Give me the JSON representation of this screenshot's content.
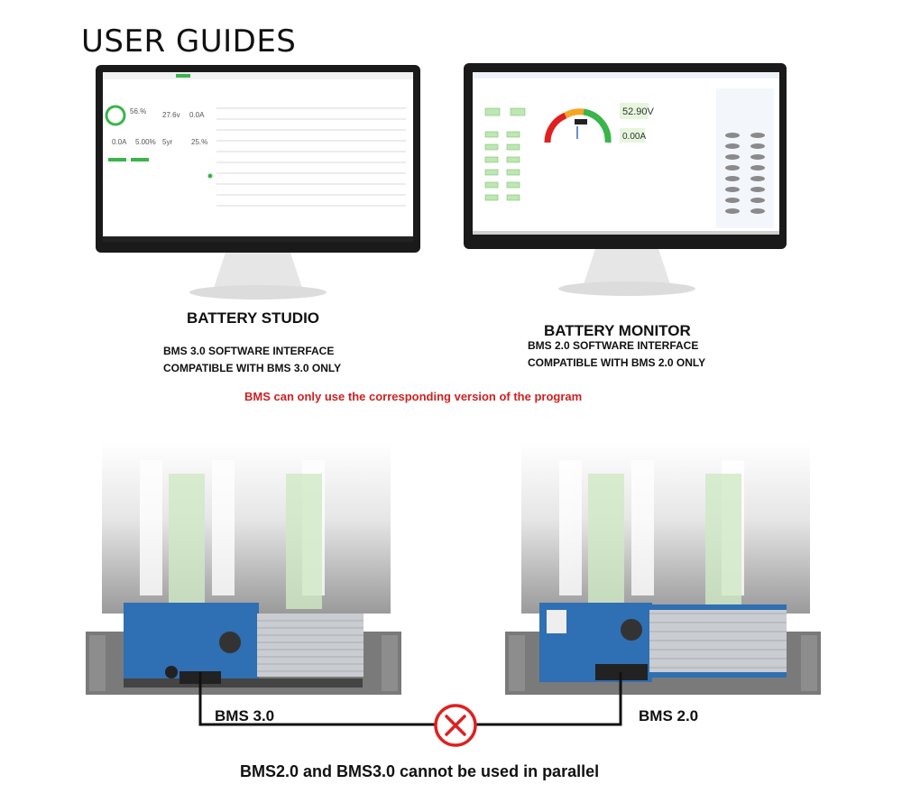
{
  "page": {
    "title": "USER GUIDES",
    "warning_program": "BMS can only use the corresponding version of the program",
    "parallel_note": "BMS2.0 and BMS3.0 cannot be used in parallel"
  },
  "monitors": [
    {
      "name": "BATTERY STUDIO",
      "line1": "BMS 3.0 SOFTWARE INTERFACE",
      "line2": "COMPATIBLE WITH BMS 3.0 ONLY"
    },
    {
      "name": "BATTERY MONITOR",
      "line1": "BMS 2.0 SOFTWARE INTERFACE",
      "line2": "COMPATIBLE WITH BMS 2.0 ONLY",
      "voltage": "52.90V",
      "current": "0.00A"
    }
  ],
  "boards": {
    "left_label": "BMS 3.0",
    "right_label": "BMS 2.0"
  },
  "colors": {
    "accent_green": "#39b54a",
    "warning_red": "#d02020",
    "board_blue": "#2f6fb3",
    "heatsink": "#c9ccd0"
  },
  "icons": {
    "forbidden": "cross-in-circle-icon"
  }
}
